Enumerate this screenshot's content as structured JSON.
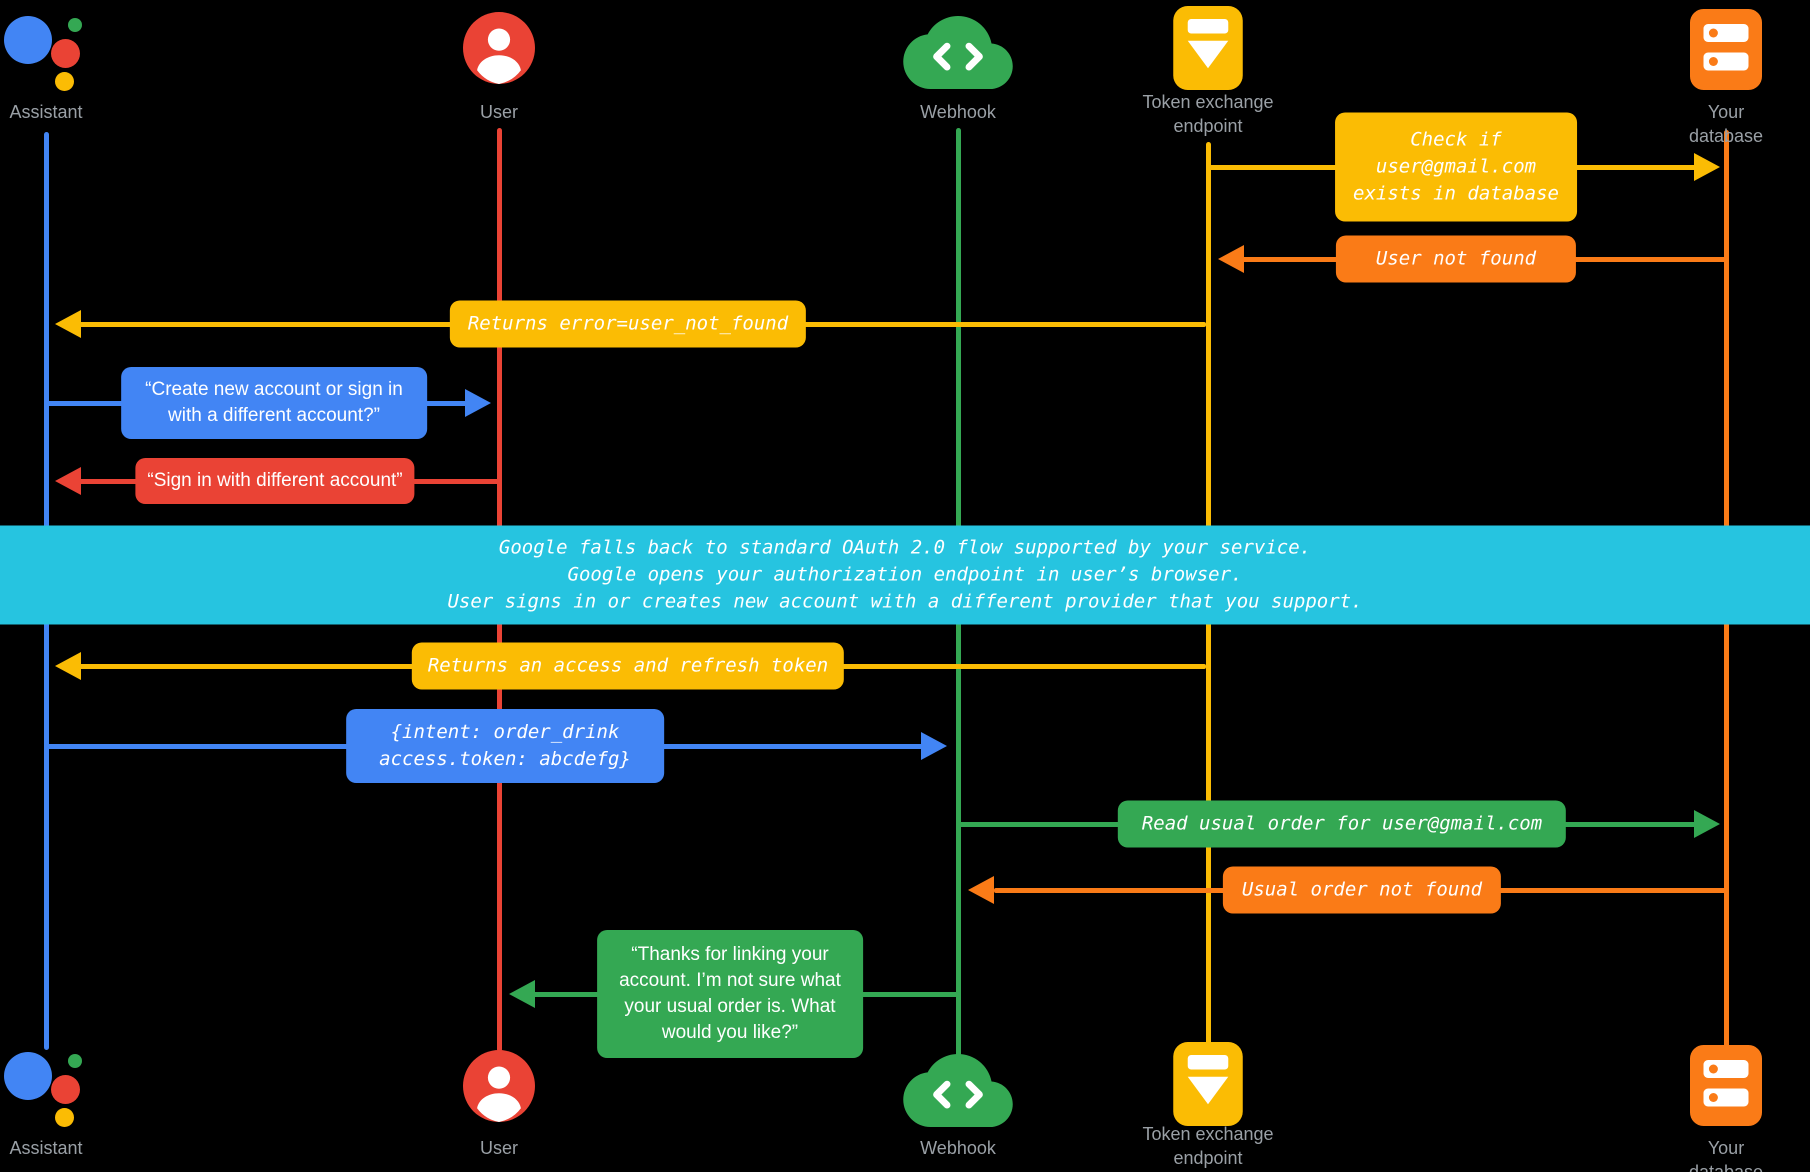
{
  "colors": {
    "blue": "#4285f4",
    "red": "#ea4335",
    "yellow": "#fbbc04",
    "green": "#34a853",
    "orange": "#fa7b17",
    "cyan": "#26c4e0",
    "label_gray": "#9aa0a6",
    "background": "#000000"
  },
  "actors": [
    {
      "label": "Assistant",
      "icon": "google-assistant-logo",
      "color": "#4285f4"
    },
    {
      "label": "User",
      "icon": "person-icon",
      "color": "#ea4335"
    },
    {
      "label": "Webhook",
      "icon": "cloud-code-icon",
      "color": "#34a853"
    },
    {
      "label": "Token exchange\nendpoint",
      "icon": "download-box-icon",
      "color": "#fbbc04"
    },
    {
      "label": "Your database",
      "icon": "database-icon",
      "color": "#fa7b17"
    }
  ],
  "messages": [
    {
      "text": "Check if\nuser@gmail.com\nexists in database",
      "from": "token-exchange-endpoint",
      "to": "your-database",
      "color": "yellow",
      "style": "code"
    },
    {
      "text": "User not found",
      "from": "your-database",
      "to": "token-exchange-endpoint",
      "color": "orange",
      "style": "code"
    },
    {
      "text": "Returns error=user_not_found",
      "from": "token-exchange-endpoint",
      "to": "assistant",
      "color": "yellow",
      "style": "code"
    },
    {
      "text": "“Create new account or sign in\nwith a different account?”",
      "from": "assistant",
      "to": "user",
      "color": "blue",
      "style": "speech"
    },
    {
      "text": "“Sign in with different account”",
      "from": "user",
      "to": "assistant",
      "color": "red",
      "style": "speech"
    },
    {
      "text": "Returns an access and refresh token",
      "from": "token-exchange-endpoint",
      "to": "assistant",
      "color": "yellow",
      "style": "code"
    },
    {
      "text": "{intent: order_drink\naccess.token: abcdefg}",
      "from": "assistant",
      "to": "webhook",
      "color": "blue",
      "style": "code"
    },
    {
      "text": "Read usual order for user@gmail.com",
      "from": "webhook",
      "to": "your-database",
      "color": "green",
      "style": "code"
    },
    {
      "text": "Usual order not found",
      "from": "your-database",
      "to": "webhook",
      "color": "orange",
      "style": "code"
    },
    {
      "text": "“Thanks for linking your\naccount. I’m not sure what\nyour usual order is. What\nwould you like?”",
      "from": "webhook",
      "to": "user",
      "color": "green",
      "style": "speech"
    }
  ],
  "banner": {
    "text": "Google falls back to standard OAuth 2.0 flow supported by your service.\nGoogle opens your authorization endpoint in user’s browser.\nUser signs in or creates new account with a different provider that you support."
  }
}
